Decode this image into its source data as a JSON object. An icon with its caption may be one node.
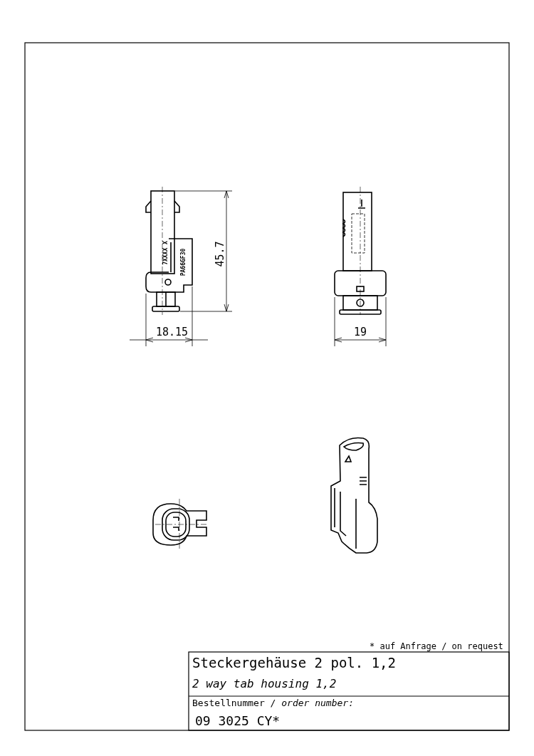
{
  "diagram": {
    "labels": [
      "7XXXX X",
      "PA66GF30",
      "45.7",
      "18.15",
      "19",
      "* auf Anfrage / on request",
      "Steckergehäuse 2 pol. 1,2",
      "2 way tab housing 1,2",
      "Bestellnummer / *order number:*",
      "09 3025 CY*"
    ]
  }
}
